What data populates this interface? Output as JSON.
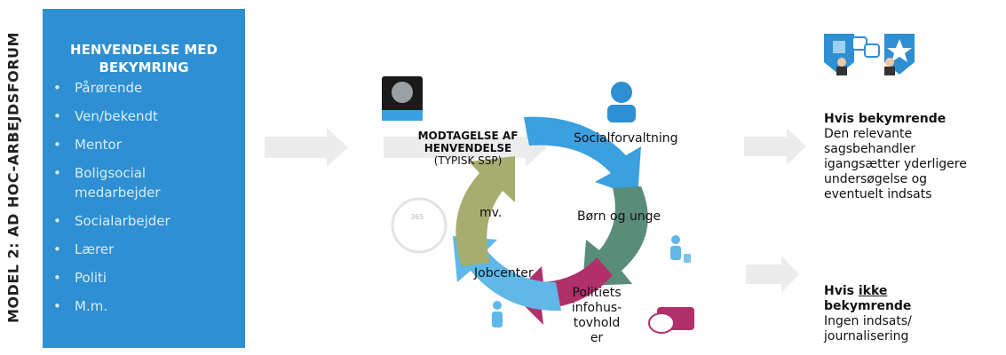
{
  "side_title": "MODEL 2: AD HOC-ARBEJDSFORUM",
  "panel": {
    "title_line1": "HENVENDELSE MED",
    "title_line2": "BEKYMRING",
    "items": [
      "Pårørende",
      "Ven/bekendt",
      "Mentor",
      "Boligsocial",
      "medarbejder",
      "Socialarbejder",
      "Lærer",
      "Politi",
      "M.m."
    ]
  },
  "cycle": {
    "center_title_line1": "MODTAGELSE AF",
    "center_title_line2": "HENVENDELSE",
    "center_title_line3": "(TYPISK SSP)",
    "socialforvaltning": "Socialforvaltning",
    "born_og_unge": "Børn og unge",
    "jobcenter": "Jobcenter",
    "mv": "mv.",
    "politiets_line1": "Politiets",
    "politiets_line2": "infohus-",
    "politiets_line3": "tovhold",
    "politiets_line4": "er",
    "small_badge": "365"
  },
  "right_top": {
    "bold": "Hvis bekymrende",
    "line1": "Den relevante",
    "line2": "sagsbehandler",
    "line3": "igangsætter yderligere",
    "line4": "undersøgelse og",
    "line5": "eventuelt indsats"
  },
  "right_bottom": {
    "bold1_pre": "Hvis ",
    "bold1_ikke": "ikke",
    "bold2": "bekymrende",
    "line1": "Ingen indsats/",
    "line2": "journalisering"
  },
  "colors": {
    "panel": "#2e8fd3",
    "cycle_blue": "#3aa0e0",
    "cycle_teal": "#5a8c7a",
    "cycle_magenta": "#b0306a",
    "cycle_lightblue": "#5fb8e8",
    "cycle_olive": "#a6ad6e"
  }
}
